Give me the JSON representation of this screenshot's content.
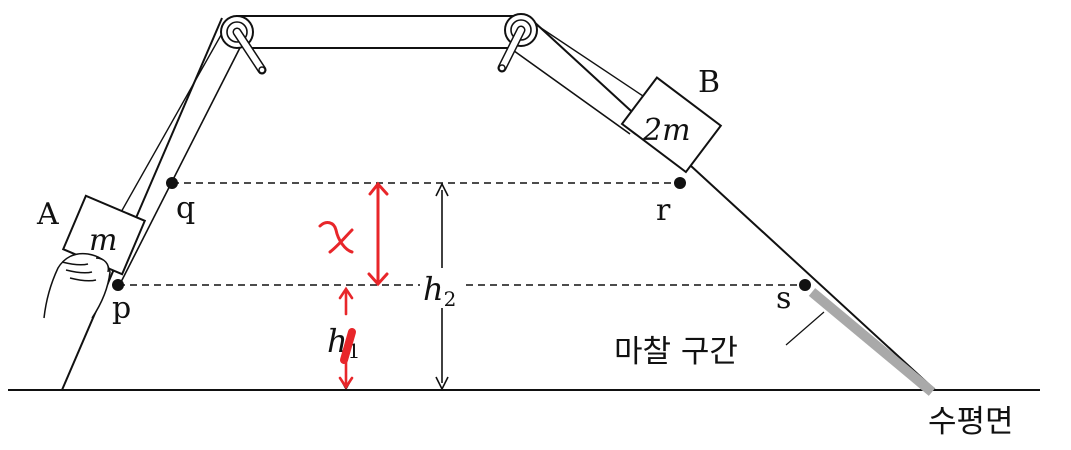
{
  "labels": {
    "block_a_name": "A",
    "block_a_mass": "m",
    "block_b_name": "B",
    "block_b_mass": "2m",
    "point_p": "p",
    "point_q": "q",
    "point_r": "r",
    "point_s": "s",
    "h1_base": "h",
    "h1_sub": "1",
    "h2_base": "h",
    "h2_sub": "2",
    "friction_zone": "마찰 구간",
    "ground": "수평면",
    "handwritten_x": "x"
  },
  "colors": {
    "line": "#111111",
    "annotation_red": "#e8262a",
    "friction_gray": "#a9a9a9"
  }
}
